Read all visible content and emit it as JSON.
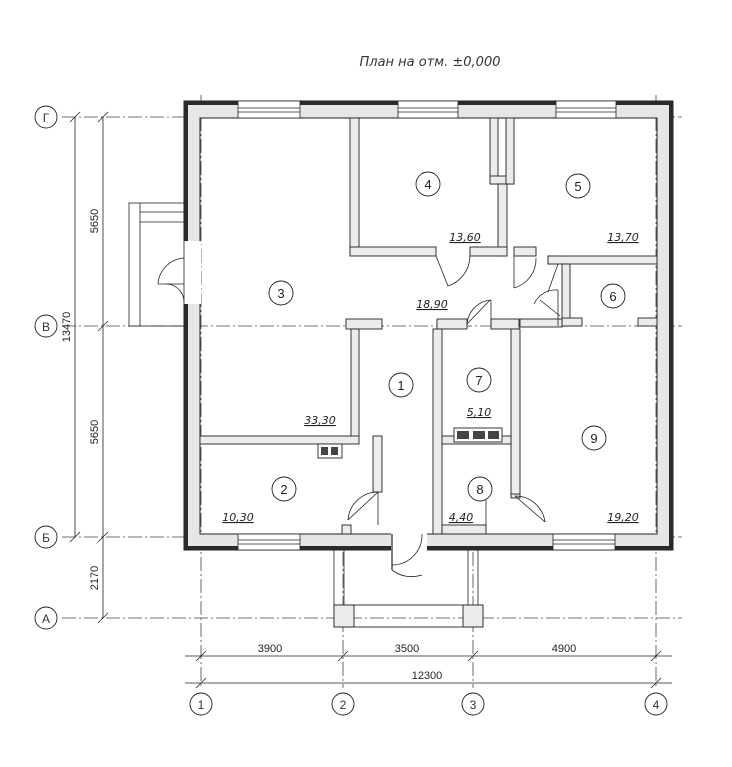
{
  "title": "План на отм. ±0,000",
  "axes_rows": [
    {
      "id": "axis-g",
      "label": "Г"
    },
    {
      "id": "axis-v",
      "label": "В"
    },
    {
      "id": "axis-b",
      "label": "Б"
    },
    {
      "id": "axis-a",
      "label": "А"
    }
  ],
  "axes_cols": [
    {
      "id": "axis-1",
      "label": "1"
    },
    {
      "id": "axis-2",
      "label": "2"
    },
    {
      "id": "axis-3",
      "label": "3"
    },
    {
      "id": "axis-4",
      "label": "4"
    }
  ],
  "dims_vertical": {
    "total": "13470",
    "seg1": "5650",
    "seg2": "5650",
    "seg3": "2170"
  },
  "dims_horizontal": {
    "seg1": "3900",
    "seg2": "3500",
    "seg3": "4900",
    "total": "12300"
  },
  "rooms": [
    {
      "num": "1",
      "area": ""
    },
    {
      "num": "2",
      "area": "10,30"
    },
    {
      "num": "3",
      "area": "33,30"
    },
    {
      "num": "4",
      "area": "13,60"
    },
    {
      "num": "5",
      "area": "13,70"
    },
    {
      "num": "6",
      "area": ""
    },
    {
      "num": "7",
      "area": "5,10"
    },
    {
      "num": "8",
      "area": "4,40"
    },
    {
      "num": "9",
      "area": "19,20"
    }
  ],
  "extra_area": "18,90"
}
